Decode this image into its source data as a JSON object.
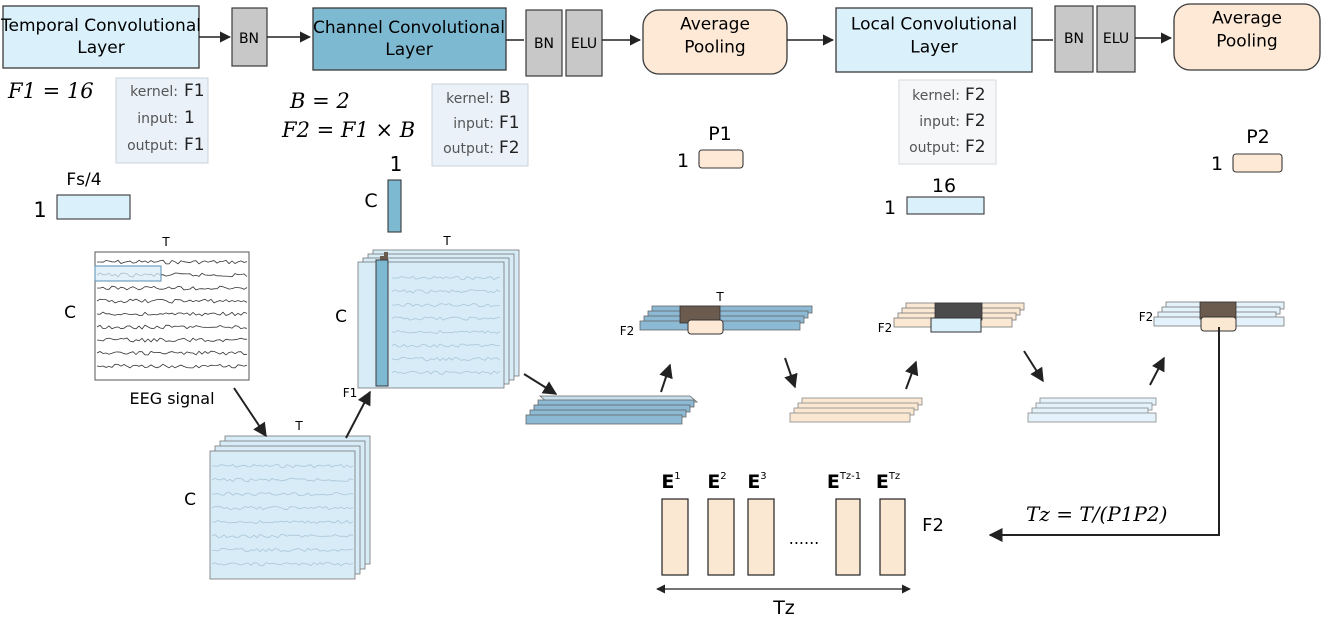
{
  "colors": {
    "conv_box": "#daf0fb",
    "conv_box_dark": "#7db9d1",
    "norm_box": "#c8c8c8",
    "pool_box": "#fde9d6",
    "spec_box": "#eaf1f8",
    "blue_fill": "#d8ecf8",
    "blue_dark": "#8cbad4",
    "peach_fill": "#fbe8d3",
    "stroke": "#3a3a3a"
  },
  "pipeline": {
    "temporal_conv": "Temporal Convolutional Layer",
    "bn1": "BN",
    "channel_conv": "Channel Convolutional Layer",
    "bn2": "BN",
    "elu1": "ELU",
    "avg_pool1": "Average Pooling",
    "local_conv": "Local Convolutional Layer",
    "bn3": "BN",
    "elu2": "ELU",
    "avg_pool2": "Average Pooling"
  },
  "params": {
    "f1_eq": "F1 = 16",
    "b_eq": "B = 2",
    "f2_eq": "F2 = F1 × B",
    "tz_eq": "Tz = T/(P1P2)"
  },
  "specs": {
    "temporal": [
      {
        "key": "kernel:",
        "value": "F1"
      },
      {
        "key": "input:",
        "value": "1"
      },
      {
        "key": "output:",
        "value": "F1"
      }
    ],
    "channel": [
      {
        "key": "kernel:",
        "value": "B"
      },
      {
        "key": "input:",
        "value": "F1"
      },
      {
        "key": "output:",
        "value": "F2"
      }
    ],
    "local": [
      {
        "key": "kernel:",
        "value": "F2"
      },
      {
        "key": "input:",
        "value": "F2"
      },
      {
        "key": "output:",
        "value": "F2"
      }
    ]
  },
  "kernels": {
    "temporal": {
      "height": "1",
      "width": "Fs/4"
    },
    "channel": {
      "height": "C",
      "width": "1"
    },
    "pool1": {
      "height": "1",
      "width": "P1"
    },
    "local": {
      "height": "1",
      "width": "16"
    },
    "pool2": {
      "height": "1",
      "width": "P2"
    }
  },
  "labels": {
    "T": "T",
    "C": "C",
    "F1": "F1",
    "F2": "F2",
    "eeg_signal": "EEG signal",
    "tz": "Tz",
    "ellipsis": "......",
    "e_base": "E",
    "e_sups": [
      "1",
      "2",
      "3",
      "Tz-1",
      "Tz"
    ]
  }
}
